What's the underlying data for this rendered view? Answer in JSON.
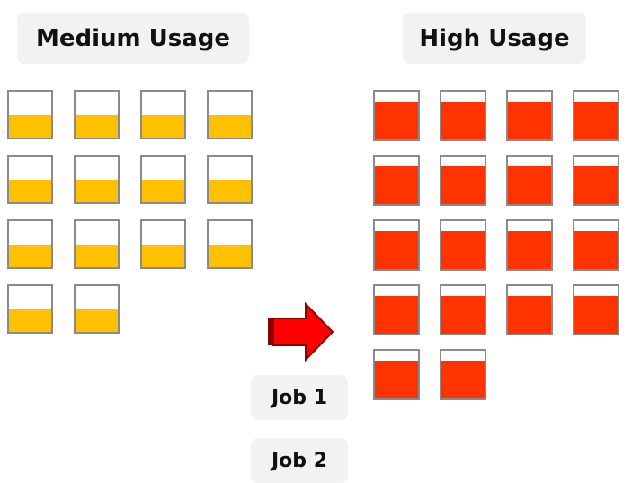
{
  "labels": {
    "medium": "Medium Usage",
    "high": "High Usage",
    "job1": "Job 1",
    "job2": "Job 2"
  },
  "colors": {
    "medium_fill": "#ffc000",
    "high_fill": "#ff3300",
    "arrow": "#ff0000",
    "label_bg": "#f2f2f2"
  },
  "medium_usage": {
    "cup_count": 14,
    "fill_level": 0.5
  },
  "high_usage": {
    "cup_count": 18,
    "fill_level": 0.8
  },
  "arrow_icon": "right-arrow-icon"
}
